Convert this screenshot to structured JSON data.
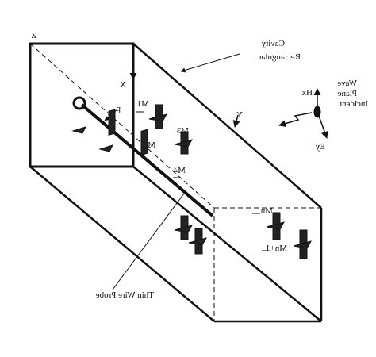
{
  "labels": {
    "z_axis": "Z",
    "x_axis": "X",
    "y_axis": "Y",
    "p": "p",
    "cavity_line1": "Rectangular",
    "cavity_line2": "Cavity",
    "incident_line1": "Incident",
    "incident_line2": "Plane",
    "incident_line3": "Wave",
    "h_field": "Hx",
    "e_field": "Ey",
    "m1": "M1",
    "m2": "M2",
    "m3": "M3",
    "m4": "M4",
    "mn": "Mn",
    "mn1": "Mn+1",
    "probe": "Thin Wire Probe"
  },
  "colors": {
    "ink": "#111111",
    "background": "#ffffff"
  },
  "note": "All printed text in the original is mirror-reversed (rendered flipped horizontally)."
}
